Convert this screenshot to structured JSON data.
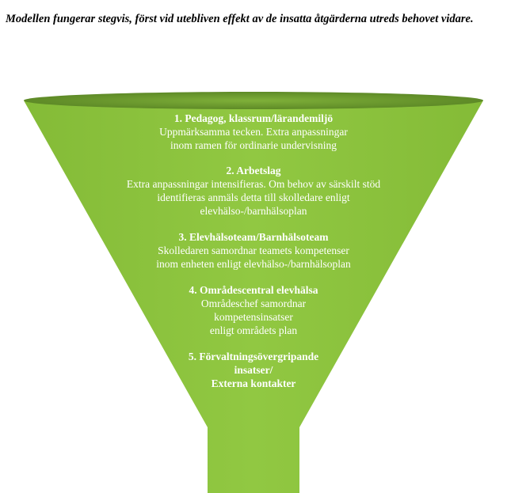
{
  "intro_text": "Modellen fungerar stegvis, först vid utebliven effekt av de insatta åtgärderna utreds behovet vidare.",
  "colors": {
    "funnel_body": "#8dc43f",
    "funnel_rim": "#6e9e2f",
    "text": "#ffffff"
  },
  "stages": [
    {
      "heading": "1. Pedagog, klassrum/lärandemiljö",
      "lines": [
        "Uppmärksamma tecken. Extra anpassningar",
        "inom ramen för ordinarie undervisning"
      ]
    },
    {
      "heading": "2. Arbetslag",
      "lines": [
        "Extra anpassningar intensifieras. Om behov av särskilt stöd",
        "identifieras anmäls detta till skolledare enligt",
        "elevhälso-/barnhälsoplan"
      ]
    },
    {
      "heading": "3. Elevhälsoteam/Barnhälsoteam",
      "lines": [
        "Skolledaren samordnar teamets kompetenser",
        "inom enheten enligt elevhälso-/barnhälsoplan"
      ]
    },
    {
      "heading": "4. Områdescentral elevhälsa",
      "lines": [
        "Områdeschef samordnar",
        "kompetensinsatser",
        "enligt områdets plan"
      ]
    },
    {
      "heading_lines": [
        "5. Förvaltningsövergripande",
        "insatser/",
        "Externa kontakter"
      ]
    }
  ]
}
